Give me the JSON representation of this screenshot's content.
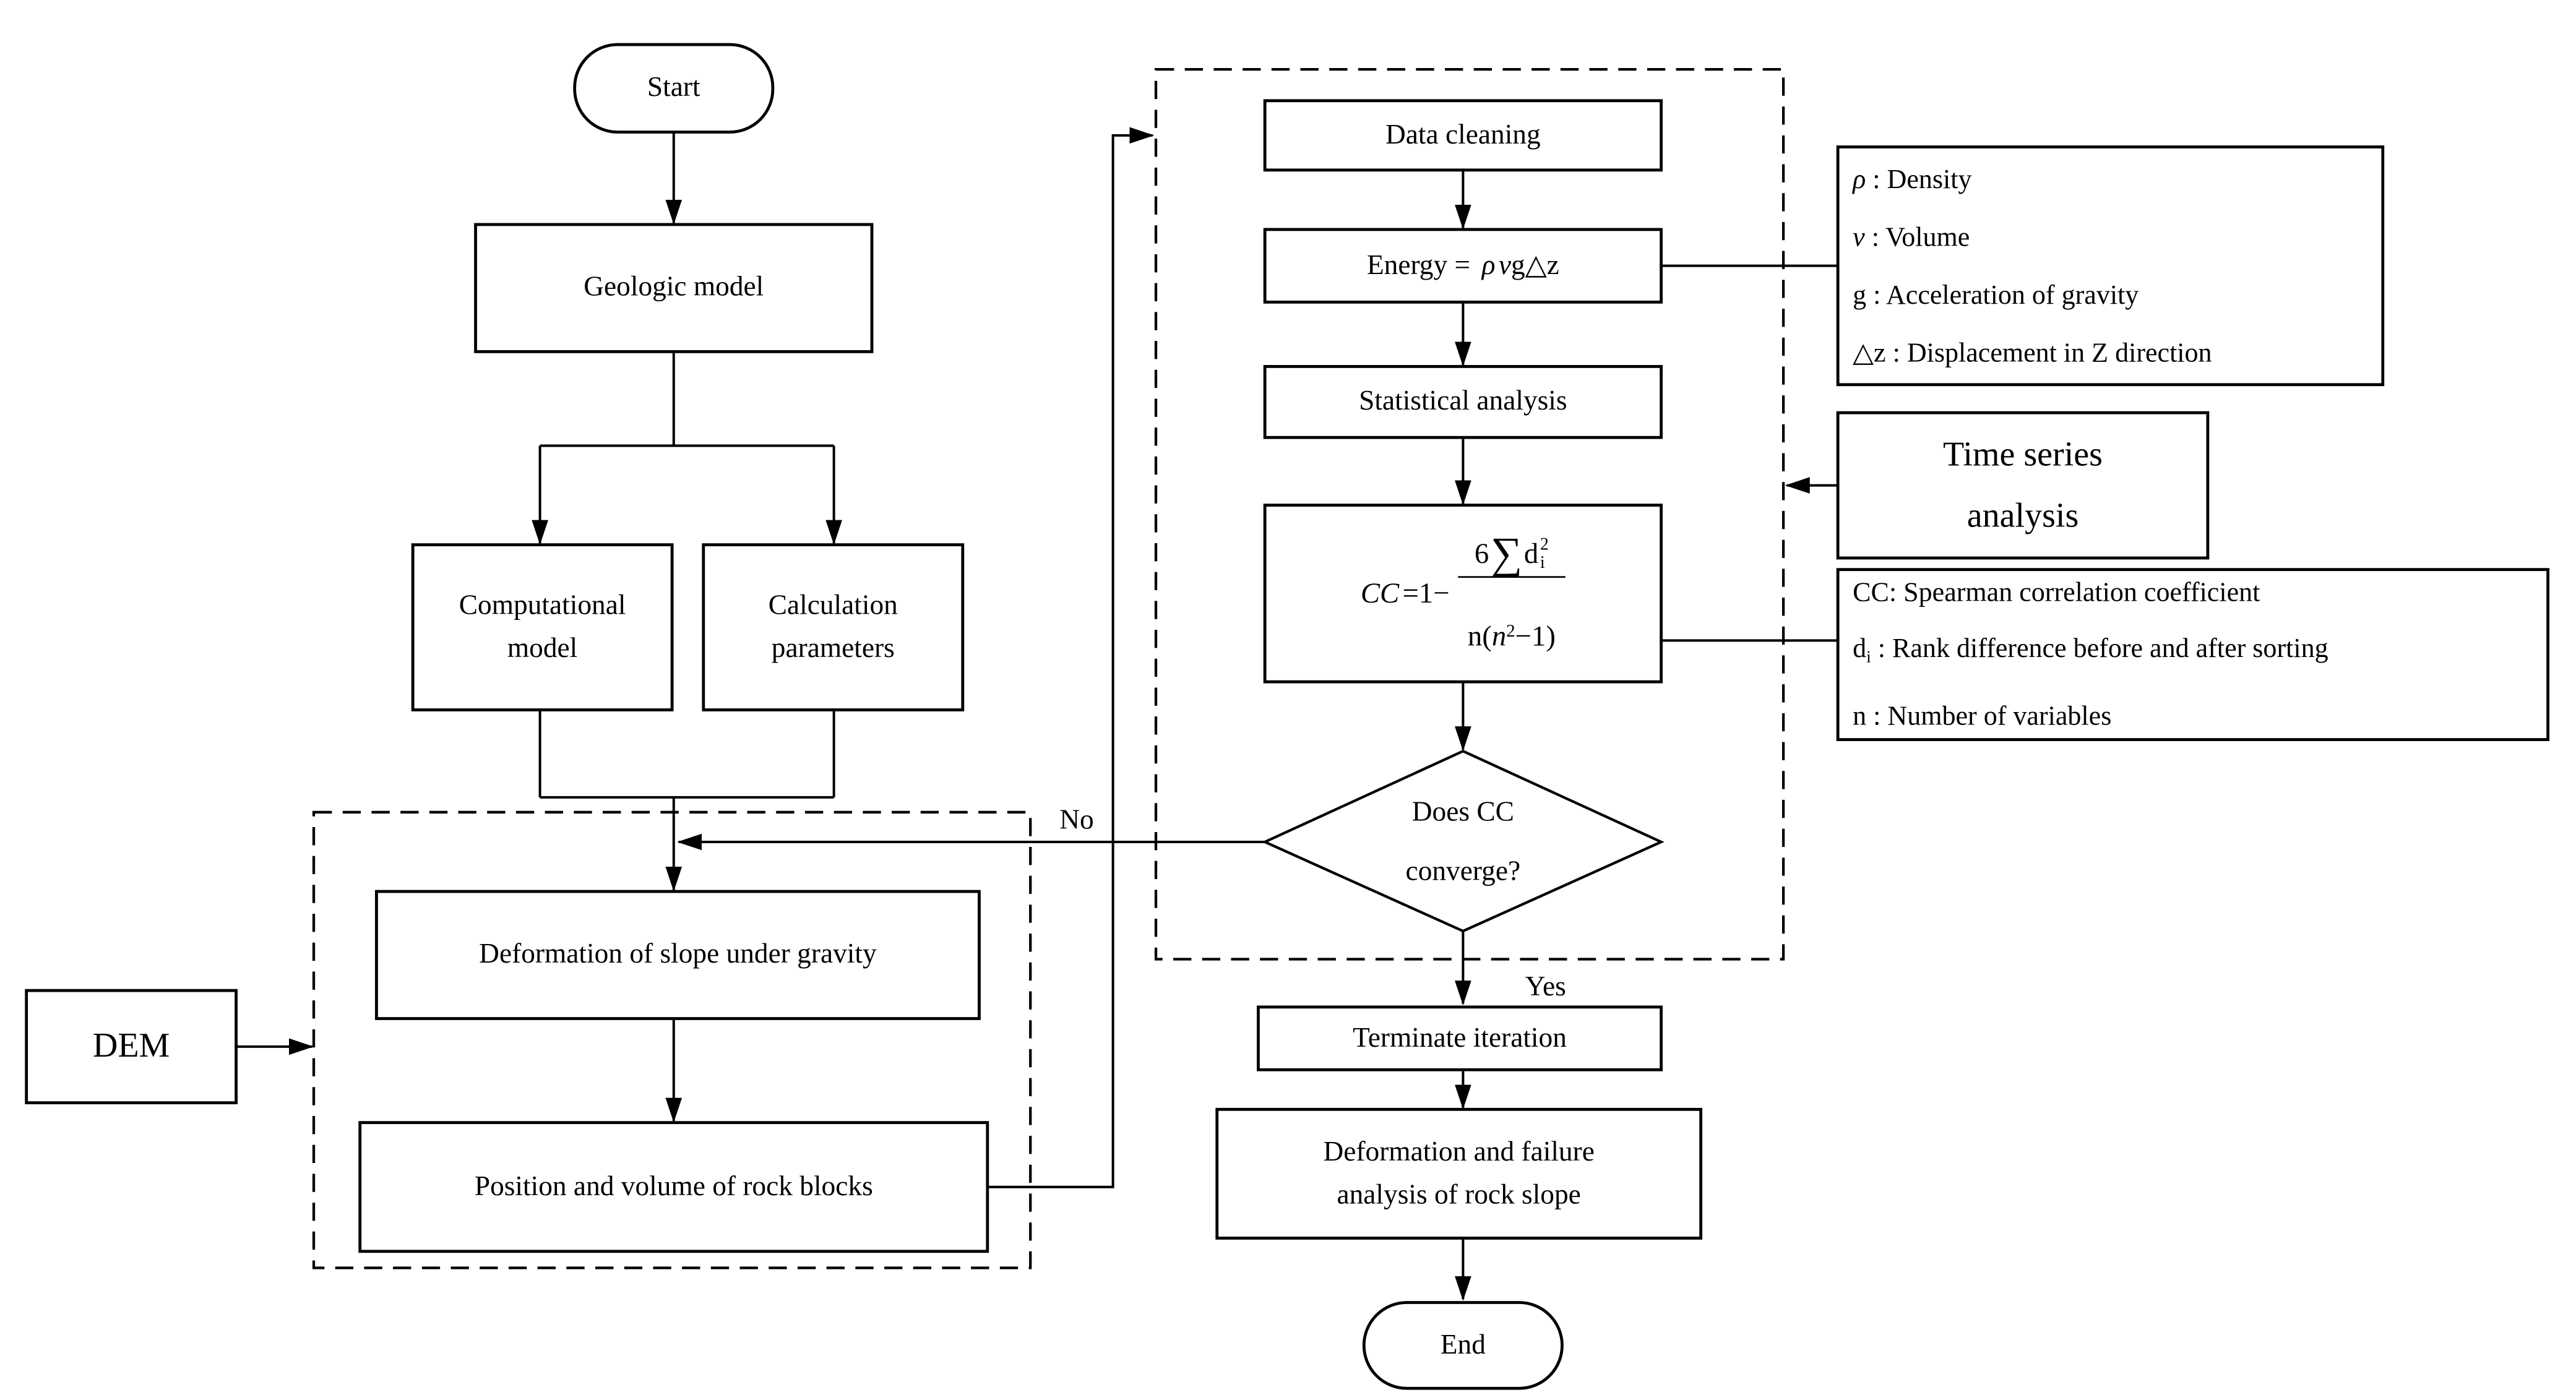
{
  "colors": {
    "ink": "#000000",
    "background": "#ffffff"
  },
  "nodes": {
    "start": "Start",
    "geologic": "Geologic model",
    "computational": "Computational\nmodel",
    "calculation": "Calculation\nparameters",
    "dem": "DEM",
    "deformation_gravity": "Deformation of slope under gravity",
    "position_volume": "Position and volume of rock blocks",
    "data_cleaning": "Data cleaning",
    "statistical": "Statistical analysis",
    "decision": "Does CC\nconverge?",
    "terminate": "Terminate iteration",
    "def_failure": "Deformation and failure\nanalysis of rock slope",
    "end": "End",
    "time_series": "Time series\nanalysis"
  },
  "energy": {
    "prefix": "Energy =",
    "rho": "ρ",
    "v": "v",
    "suffix": "g△z"
  },
  "cc_formula": {
    "lhs": "CC",
    "mid": "=1−",
    "num_coef": "6",
    "sigma": "∑",
    "num_var": "d",
    "num_sup": "2",
    "num_sub": "i",
    "den_pre": "n(",
    "den_var": "n",
    "den_sup": "2",
    "den_post": "−1)"
  },
  "edge_labels": {
    "no": "No",
    "yes": "Yes"
  },
  "legends": {
    "energy": [
      {
        "sym": "ρ",
        "text": " : Density"
      },
      {
        "sym": "v",
        "text": " : Volume"
      },
      {
        "sym": "g",
        "text": " : Acceleration of gravity"
      },
      {
        "sym": "△z",
        "text": " : Displacement in Z direction"
      }
    ],
    "cc": {
      "line1": {
        "sym": "CC",
        "text": ": Spearman correlation coefficient"
      },
      "line2": {
        "sym": "d",
        "sub": "i",
        "text": " : Rank difference before and after sorting"
      },
      "line3": {
        "sym": "n",
        "text": " : Number of variables"
      }
    }
  }
}
